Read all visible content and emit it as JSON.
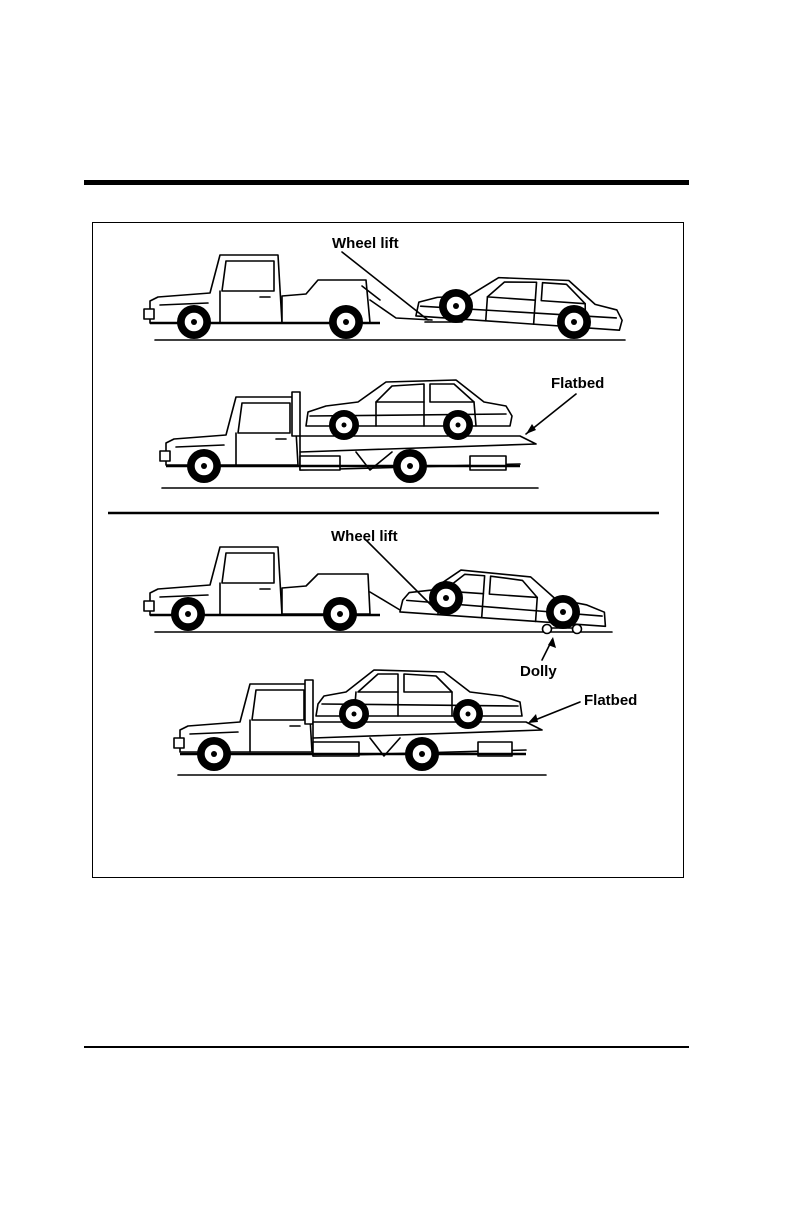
{
  "figure": {
    "labels": {
      "wheel_lift_1": "Wheel lift",
      "flatbed_1": "Flatbed",
      "wheel_lift_2": "Wheel lift",
      "dolly": "Dolly",
      "flatbed_2": "Flatbed"
    }
  }
}
